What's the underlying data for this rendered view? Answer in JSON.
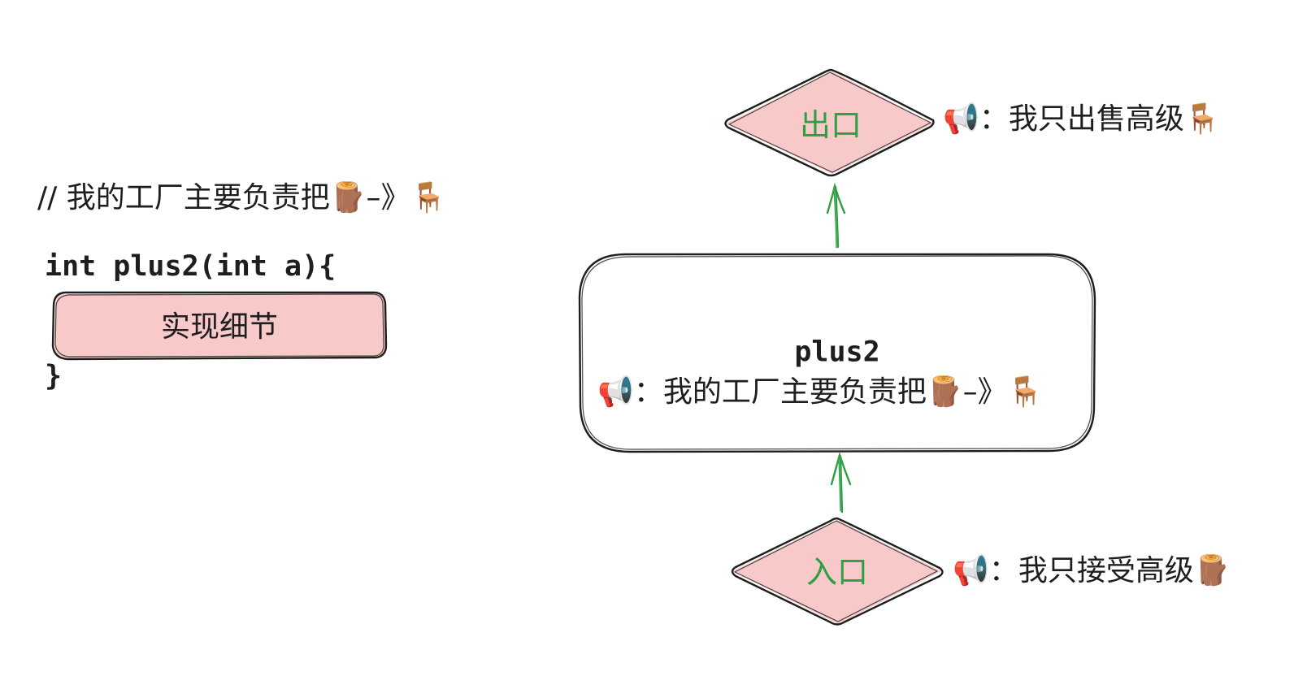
{
  "left": {
    "comment": "//  我的工厂主要负责把🪵–》🪑",
    "signature": "int plus2(int a){",
    "body_label": "实现细节",
    "closing_brace": "}"
  },
  "flow": {
    "exit_label": "出口",
    "exit_note": "📢：我只出售高级🪑",
    "box_title": "plus2",
    "box_note": "📢：我的工厂主要负责把🪵–》🪑",
    "entry_label": "入口",
    "entry_note": "📢：我只接受高级🪵"
  },
  "colors": {
    "fill_pink": "#f7c9c9",
    "stroke": "#1e1e1e",
    "arrow_green": "#2f9e44",
    "text_green": "#2f9e44",
    "background": "#ffffff"
  }
}
